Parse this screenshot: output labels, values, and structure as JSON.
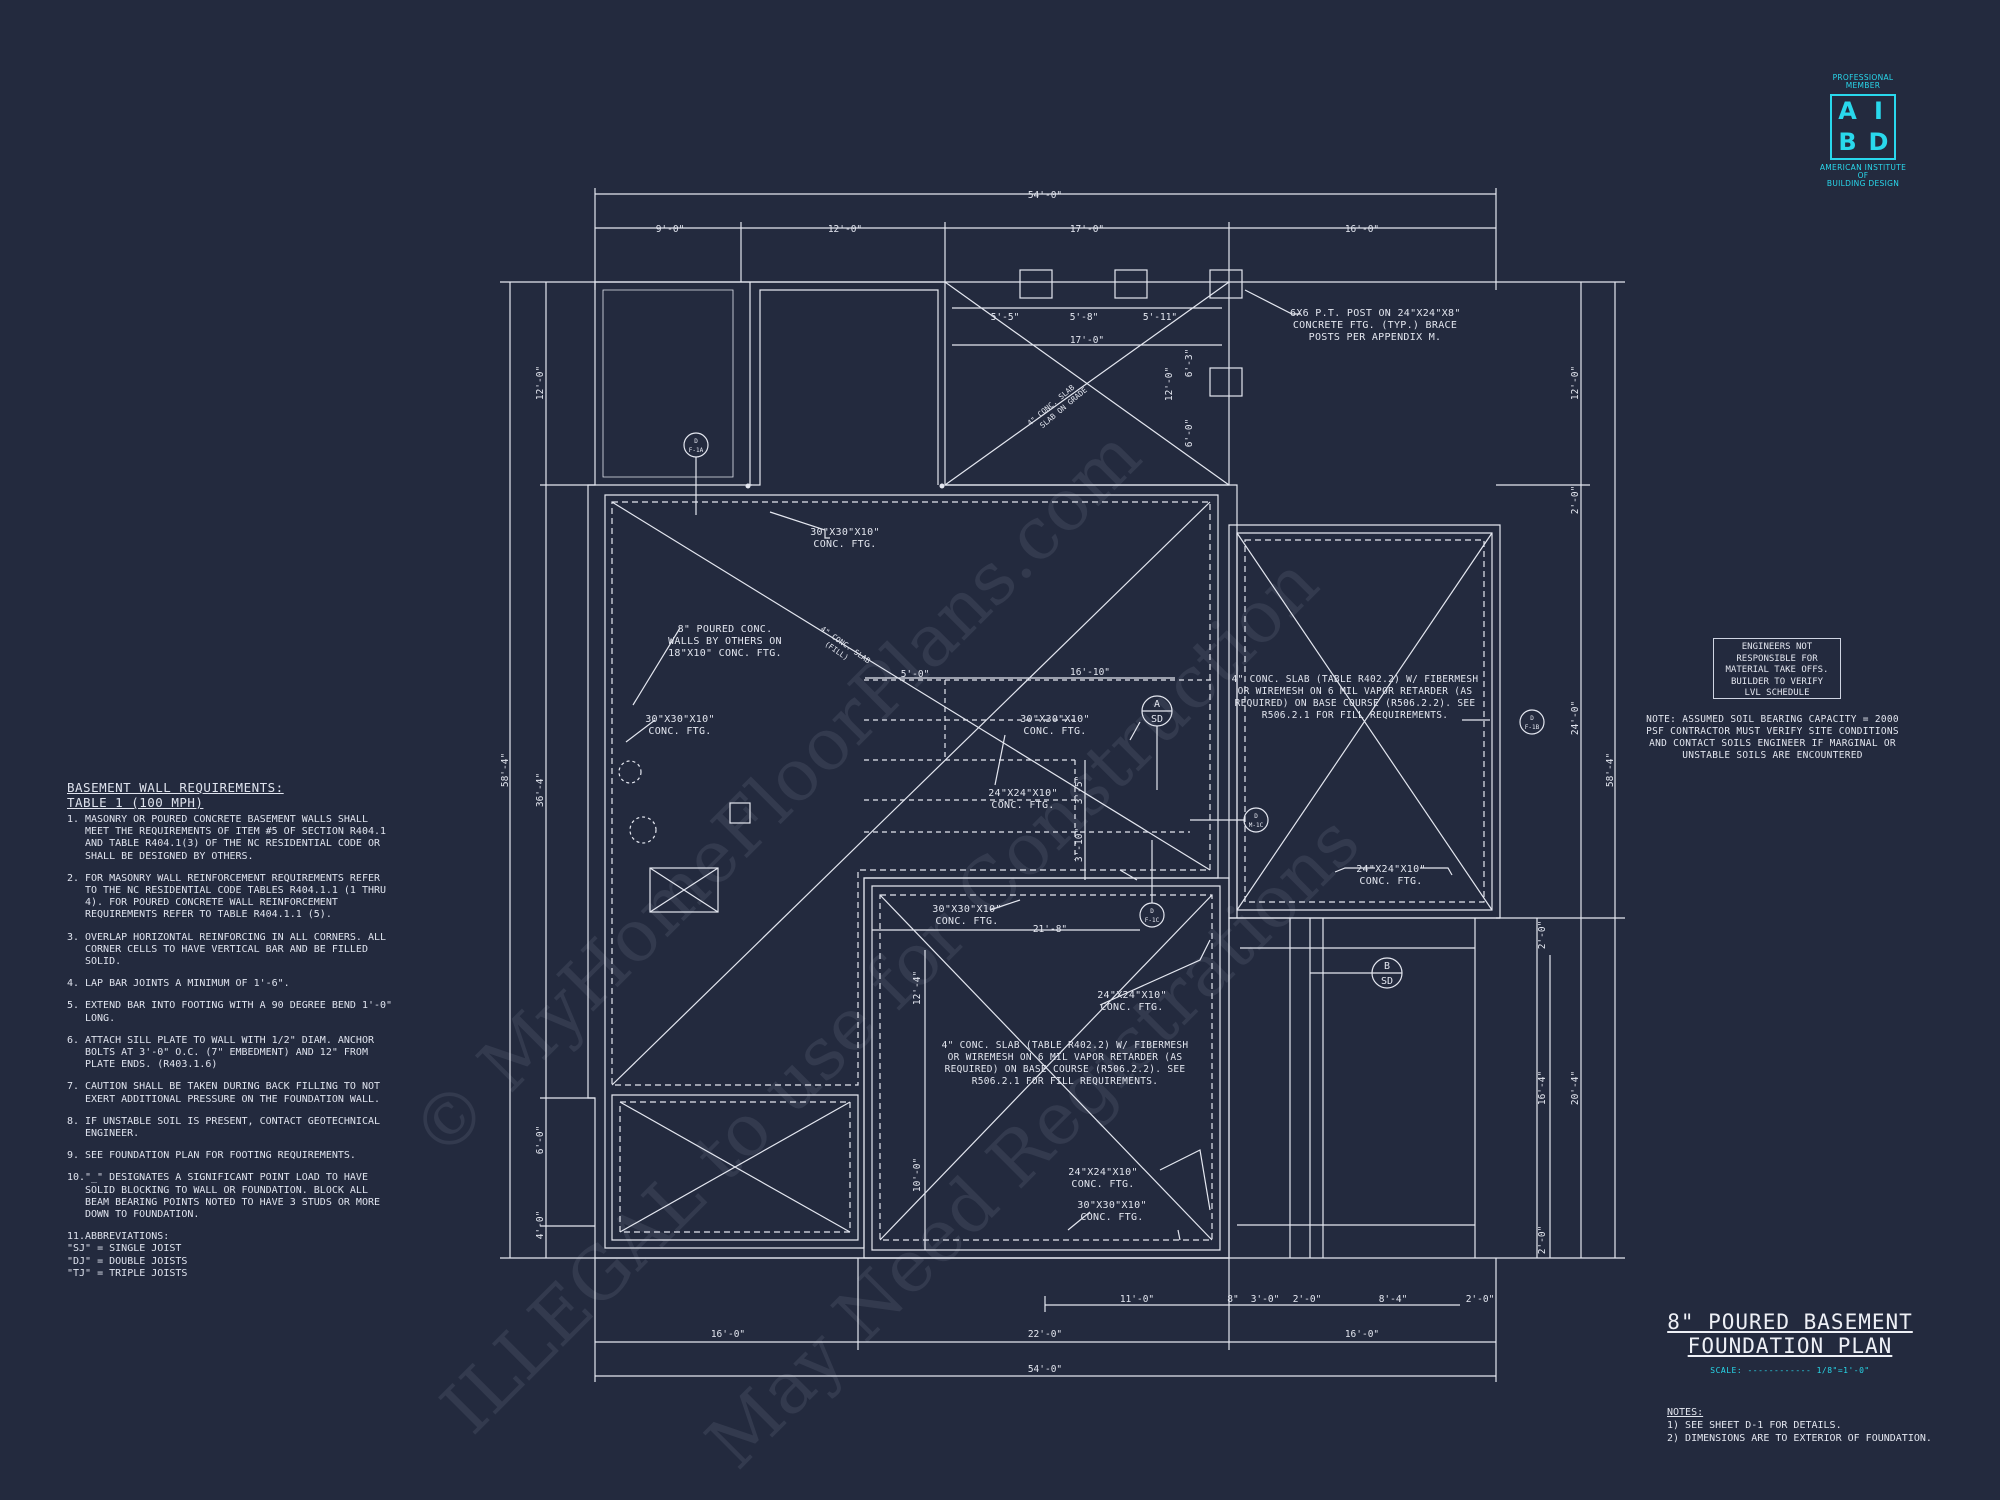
{
  "watermark": {
    "line1": "© MyHomeFloorPlans.com",
    "line2": "ILLEGAL to use for Construction",
    "line3": "May Need Registrations"
  },
  "logo": {
    "top_text": "PROFESSIONAL MEMBER",
    "letters": [
      "A",
      "I",
      "B",
      "D"
    ],
    "bottom_text_1": "AMERICAN INSTITUTE",
    "bottom_text_2": "OF",
    "bottom_text_3": "BUILDING DESIGN"
  },
  "title": {
    "line1": "8\" POURED BASEMENT",
    "line2": "FOUNDATION PLAN",
    "scale": "SCALE: ------------ 1/8\"=1'-0\""
  },
  "bottom_notes": {
    "header": "NOTES:",
    "items": [
      "1) SEE SHEET D-1 FOR DETAILS.",
      "2) DIMENSIONS ARE TO EXTERIOR OF FOUNDATION."
    ]
  },
  "engineer_box": "ENGINEERS NOT\nRESPONSIBLE FOR\nMATERIAL TAKE OFFS.\nBUILDER TO VERIFY\nLVL SCHEDULE",
  "soil_note": "NOTE: ASSUMED SOIL BEARING CAPACITY = 2000\nPSF CONTRACTOR MUST VERIFY SITE CONDITIONS\nAND CONTACT SOILS ENGINEER IF MARGINAL OR\nUNSTABLE SOILS ARE ENCOUNTERED",
  "wall_requirements": {
    "header1": "BASEMENT WALL REQUIREMENTS:",
    "header2": "TABLE 1 (100 MPH)",
    "items": [
      {
        "n": "1.",
        "text": "MASONRY OR POURED CONCRETE BASEMENT WALLS SHALL MEET THE REQUIREMENTS OF ITEM #5 OF SECTION R404.1 AND TABLE R404.1(3) OF THE NC RESIDENTIAL CODE OR SHALL BE DESIGNED BY OTHERS."
      },
      {
        "n": "2.",
        "text": "FOR MASONRY WALL REINFORCEMENT REQUIREMENTS REFER TO THE NC RESIDENTIAL CODE TABLES R404.1.1 (1 THRU 4). FOR POURED CONCRETE WALL REINFORCEMENT REQUIREMENTS REFER TO TABLE R404.1.1 (5)."
      },
      {
        "n": "3.",
        "text": "OVERLAP HORIZONTAL REINFORCING IN ALL CORNERS. ALL CORNER CELLS TO HAVE VERTICAL BAR AND BE FILLED SOLID."
      },
      {
        "n": "4.",
        "text": "LAP BAR JOINTS A MINIMUM OF 1'-6\"."
      },
      {
        "n": "5.",
        "text": "EXTEND BAR INTO FOOTING WITH A 90 DEGREE BEND 1'-0\" LONG."
      },
      {
        "n": "6.",
        "text": "ATTACH SILL PLATE TO WALL WITH 1/2\" DIAM. ANCHOR BOLTS AT 3'-0\" O.C. (7\" EMBEDMENT) AND 12\" FROM PLATE ENDS. (R403.1.6)"
      },
      {
        "n": "7.",
        "text": "CAUTION SHALL BE TAKEN DURING BACK FILLING TO NOT EXERT ADDITIONAL PRESSURE ON THE FOUNDATION WALL."
      },
      {
        "n": "8.",
        "text": "IF UNSTABLE SOIL IS PRESENT, CONTACT GEOTECHNICAL ENGINEER."
      },
      {
        "n": "9.",
        "text": "SEE FOUNDATION PLAN FOR FOOTING REQUIREMENTS."
      },
      {
        "n": "10.",
        "text": "\"_\" DESIGNATES A SIGNIFICANT POINT LOAD TO HAVE SOLID BLOCKING TO WALL OR FOUNDATION. BLOCK ALL BEAM BEARING POINTS NOTED TO HAVE 3 STUDS OR MORE DOWN TO FOUNDATION."
      },
      {
        "n": "11.",
        "text": "ABBREVIATIONS:"
      }
    ],
    "abbreviations": "\"SJ\" = SINGLE JOIST\n\"DJ\" = DOUBLE JOISTS\n\"TJ\" = TRIPLE JOISTS"
  },
  "dimensions": {
    "top_overall": "54'-0\"",
    "top_1": "9'-0\"",
    "top_2": "12'-0\"",
    "top_3": "17'-0\"",
    "top_4": "16'-0\"",
    "porch_1": "5'-5\"",
    "porch_2": "5'-8\"",
    "porch_3": "5'-11\"",
    "porch_total": "17'-0\"",
    "porch_v1": "12'-0\"",
    "porch_v2": "6'-3\"",
    "porch_v3": "6'-0\"",
    "left_overall": "58'-4\"",
    "left_1": "12'-0\"",
    "left_2": "36'-4\"",
    "left_3": "6'-0\"",
    "left_4": "4'-0\"",
    "right_overall": "58'-4\"",
    "right_1": "12'-0\"",
    "right_2": "2'-0\"",
    "right_3": "24'-0\"",
    "right_4": "2'-0\"",
    "right_5": "16'-4\"",
    "right_6": "20'-4\"",
    "right_7": "2'-0\"",
    "inner_1": "5'-0\"",
    "inner_2": "16'-10\"",
    "inner_3": "3'-5\"",
    "inner_4": "3'-10\"",
    "inner_5": "21'-8\"",
    "inner_6": "12'-4\"",
    "inner_7": "10'-0\"",
    "bottom_overall": "54'-0\"",
    "bottom_1": "16'-0\"",
    "bottom_2": "22'-0\"",
    "bottom_3": "16'-0\"",
    "bottom_a": "11'-0\"",
    "bottom_b": "8\"",
    "bottom_c": "3'-0\"",
    "bottom_d": "2'-0\"",
    "bottom_e": "8'-4\"",
    "bottom_f": "2'-0\""
  },
  "annotations": {
    "post_note": "6x6 P.T. POST ON 24\"x24\"x8\"\nCONCRETE FTG. (TYP.) BRACE\nPOSTS PER APPENDIX M.",
    "ftg_30_a": "30\"x30\"x10\"\nCONC. FTG.",
    "ftg_30_b": "30\"x30\"x10\"\nCONC. FTG.",
    "ftg_30_c": "30\"x30\"x10\"\nCONC. FTG.",
    "ftg_30_d": "30\"x30\"x10\"\nCONC. FTG.",
    "ftg_30_e": "30\"x30\"x10\"\nCONC. FTG.",
    "ftg_24_a": "24\"x24\"x10\"\nCONC. FTG.",
    "ftg_24_b": "24\"x24\"x10\"\nCONC. FTG.",
    "ftg_24_c": "24\"x24\"x10\"\nCONC. FTG.",
    "ftg_24_d": "24\"x24\"x10\"\nCONC. FTG.",
    "poured_walls": "8\" POURED CONC.\nWALLS BY OTHERS ON\n18\"x10\" CONC. FTG.",
    "slab_garage": "4\" CONC. SLAB (TABLE R402.2) w/ FIBERMESH\nOR WIREMESH ON 6 MIL VAPOR RETARDER (AS\nREQUIRED) ON BASE COURSE (R506.2.2). SEE\nR506.2.1 FOR FILL REQUIREMENTS.",
    "slab_lower": "4\" CONC. SLAB (TABLE R402.2) w/ FIBERMESH\nOR WIREMESH ON 6 MIL VAPOR RETARDER (AS\nREQUIRED) ON BASE COURSE (R506.2.2). SEE\nR506.2.1 FOR FILL REQUIREMENTS.",
    "slab_fill": "4\" CONC. SLAB\n(FILL)",
    "slab_grade": "4\" CONC. SLAB\nSLAB ON GRADE"
  },
  "section_markers": [
    {
      "top": "A",
      "bottom": "SD"
    },
    {
      "top": "B",
      "bottom": "SD"
    },
    {
      "top": "D",
      "bottom": "F-1A"
    },
    {
      "top": "D",
      "bottom": "F-1B"
    },
    {
      "top": "D",
      "bottom": "M-1C"
    },
    {
      "top": "D",
      "bottom": "F-1C"
    }
  ]
}
